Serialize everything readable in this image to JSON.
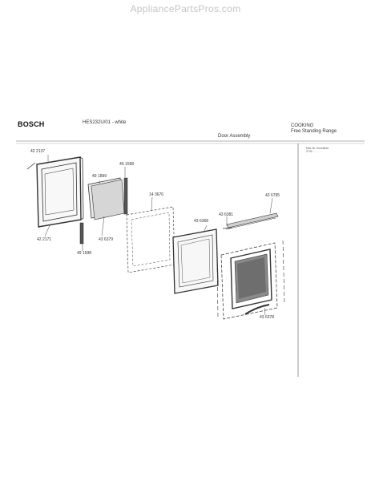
{
  "watermark": "AppliancePartsPros.com",
  "header": {
    "brand": "BOSCH",
    "model": "HES232U/01 - white",
    "category_line1": "COOKING",
    "category_line2": "Free Standing Range",
    "diagram_title": "Door Assembly",
    "note": "Mat.-Nr. Kenstants\n2749 . . . . . ."
  },
  "parts": [
    {
      "id": "p1",
      "label": "42 2137"
    },
    {
      "id": "p2",
      "label": "49 1899"
    },
    {
      "id": "p3",
      "label": "49 1598"
    },
    {
      "id": "p4",
      "label": "14 3676"
    },
    {
      "id": "p5",
      "label": "43 6795"
    },
    {
      "id": "p6",
      "label": "43 6368"
    },
    {
      "id": "p7",
      "label": "43 6381"
    },
    {
      "id": "p8",
      "label": "42 2171"
    },
    {
      "id": "p9",
      "label": "43 6379"
    },
    {
      "id": "p10",
      "label": "49 1598"
    },
    {
      "id": "p11",
      "label": "43 6378"
    }
  ]
}
